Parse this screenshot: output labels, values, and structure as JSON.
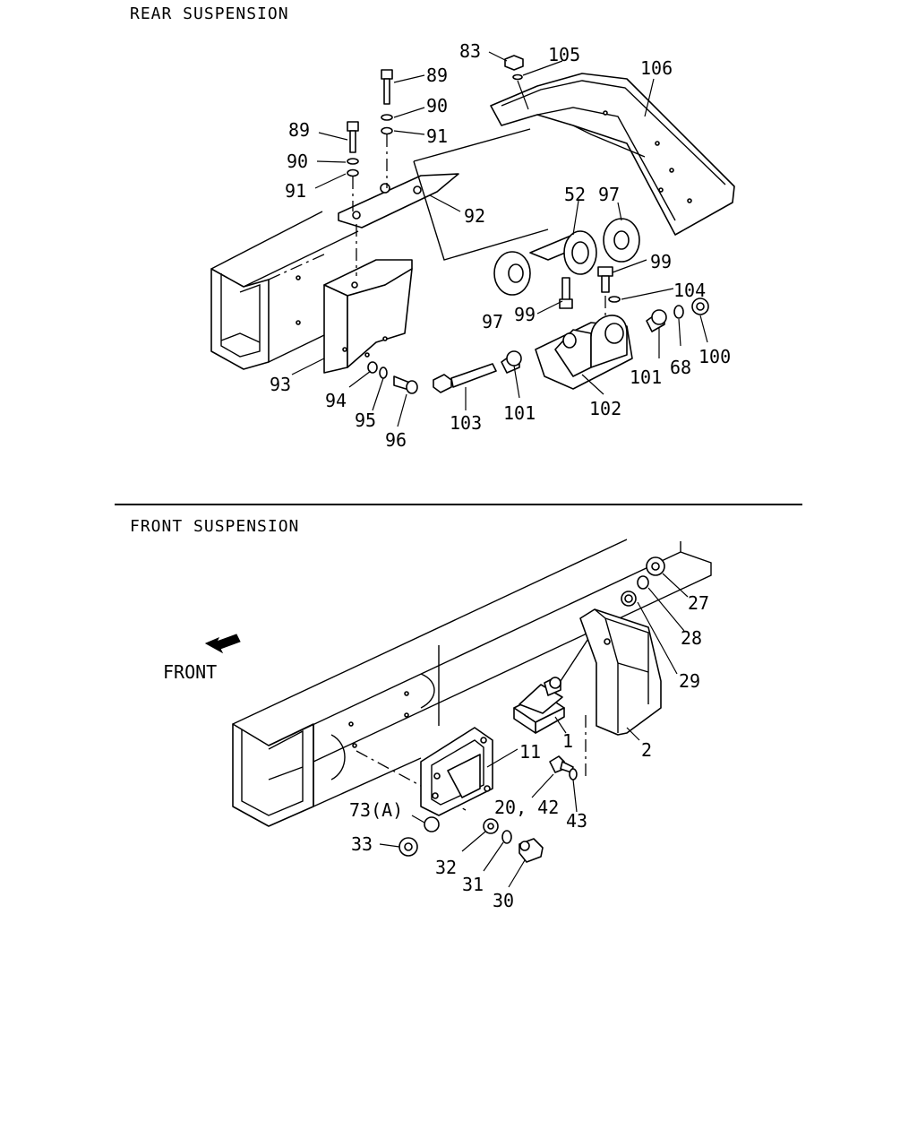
{
  "sections": {
    "rear": {
      "title": "REAR SUSPENSION"
    },
    "front": {
      "title": "FRONT SUSPENSION",
      "direction_label": "FRONT"
    }
  },
  "callouts": {
    "c83": "83",
    "c105": "105",
    "c106": "106",
    "c89a": "89",
    "c90a": "90",
    "c91a": "91",
    "c89b": "89",
    "c90b": "90",
    "c91b": "91",
    "c92": "92",
    "c52": "52",
    "c97a": "97",
    "c97b": "97",
    "c99a": "99",
    "c99b": "99",
    "c104": "104",
    "c101a": "101",
    "c68": "68",
    "c100": "100",
    "c93": "93",
    "c94": "94",
    "c95": "95",
    "c96": "96",
    "c103": "103",
    "c101b": "101",
    "c102": "102",
    "c27": "27",
    "c28": "28",
    "c29": "29",
    "c1": "1",
    "c2": "2",
    "c11": "11",
    "c2042": "20, 42",
    "c43": "43",
    "c73a": "73(A)",
    "c33": "33",
    "c32": "32",
    "c31": "31",
    "c30": "30"
  }
}
